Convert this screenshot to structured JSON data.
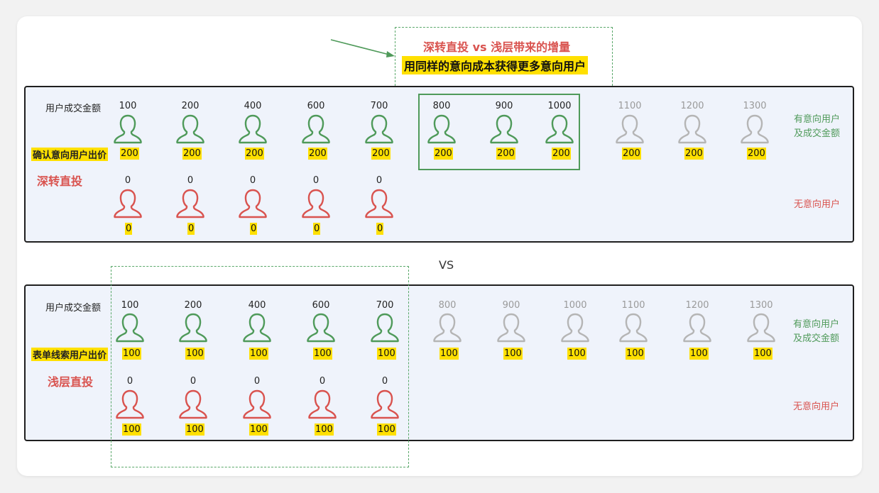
{
  "header": {
    "title": "深转直投 vs 浅层带来的增量",
    "subtitle": "用同样的意向成本获得更多意向用户"
  },
  "vs_label": "VS",
  "colors": {
    "green": "#4f9a5a",
    "red": "#d9534f",
    "gray": "#b5b5b5",
    "highlight": "#ffe000",
    "panel_bg": "#eff3fb"
  },
  "person_icon": "person-silhouette-icon",
  "panels": [
    {
      "name": "深转直投",
      "row_label": "用户成交金额",
      "price_label": "确认意向用户出价",
      "intent_label_line1": "有意向用户",
      "intent_label_line2": "及成交金额",
      "no_intent_label": "无意向用户",
      "intent_users": [
        {
          "amount": "100",
          "price": "200",
          "state": "green"
        },
        {
          "amount": "200",
          "price": "200",
          "state": "green"
        },
        {
          "amount": "400",
          "price": "200",
          "state": "green"
        },
        {
          "amount": "600",
          "price": "200",
          "state": "green"
        },
        {
          "amount": "700",
          "price": "200",
          "state": "green"
        },
        {
          "amount": "800",
          "price": "200",
          "state": "green"
        },
        {
          "amount": "900",
          "price": "200",
          "state": "green"
        },
        {
          "amount": "1000",
          "price": "200",
          "state": "green"
        },
        {
          "amount": "1100",
          "price": "200",
          "state": "gray"
        },
        {
          "amount": "1200",
          "price": "200",
          "state": "gray"
        },
        {
          "amount": "1300",
          "price": "200",
          "state": "gray"
        }
      ],
      "no_intent_users": [
        {
          "amount": "0",
          "price": "0"
        },
        {
          "amount": "0",
          "price": "0"
        },
        {
          "amount": "0",
          "price": "0"
        },
        {
          "amount": "0",
          "price": "0"
        },
        {
          "amount": "0",
          "price": "0"
        }
      ]
    },
    {
      "name": "浅层直投",
      "row_label": "用户成交金额",
      "price_label": "表单线索用户出价",
      "intent_label_line1": "有意向用户",
      "intent_label_line2": "及成交金额",
      "no_intent_label": "无意向用户",
      "intent_users": [
        {
          "amount": "100",
          "price": "100",
          "state": "green"
        },
        {
          "amount": "200",
          "price": "100",
          "state": "green"
        },
        {
          "amount": "400",
          "price": "100",
          "state": "green"
        },
        {
          "amount": "600",
          "price": "100",
          "state": "green"
        },
        {
          "amount": "700",
          "price": "100",
          "state": "green"
        },
        {
          "amount": "800",
          "price": "100",
          "state": "gray"
        },
        {
          "amount": "900",
          "price": "100",
          "state": "gray"
        },
        {
          "amount": "1000",
          "price": "100",
          "state": "gray"
        },
        {
          "amount": "1100",
          "price": "100",
          "state": "gray"
        },
        {
          "amount": "1200",
          "price": "100",
          "state": "gray"
        },
        {
          "amount": "1300",
          "price": "100",
          "state": "gray"
        }
      ],
      "no_intent_users": [
        {
          "amount": "0",
          "price": "100"
        },
        {
          "amount": "0",
          "price": "100"
        },
        {
          "amount": "0",
          "price": "100"
        },
        {
          "amount": "0",
          "price": "100"
        },
        {
          "amount": "0",
          "price": "100"
        }
      ]
    }
  ]
}
